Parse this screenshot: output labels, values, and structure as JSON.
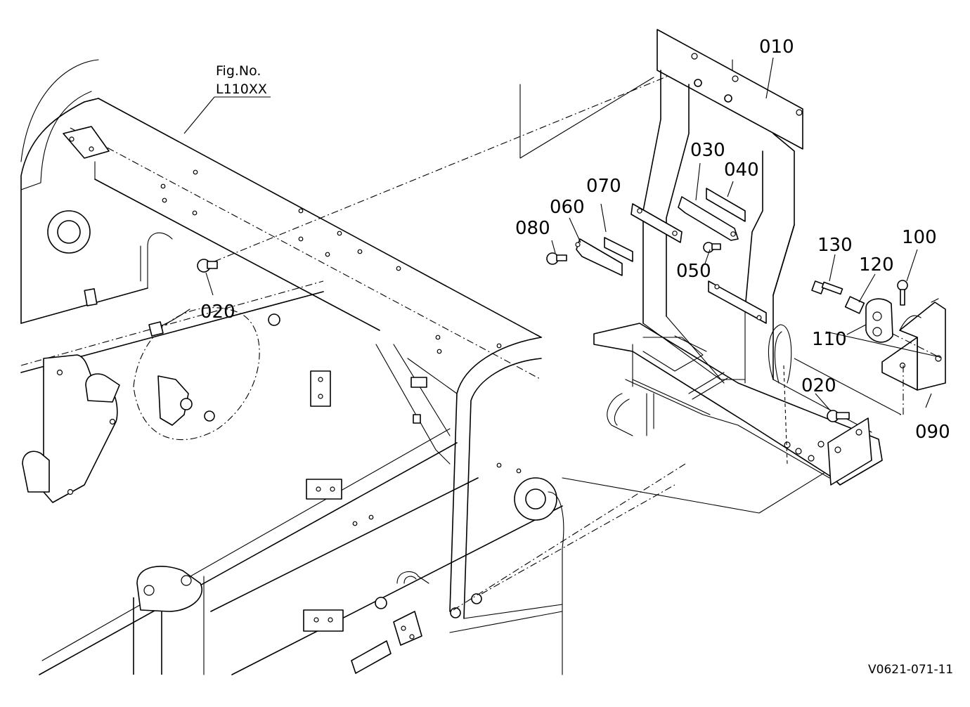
{
  "figure": {
    "fig_no_label": "Fig.No.",
    "fig_no_value": "L110XX",
    "drawing_code": "V0621-071-11"
  },
  "callouts": [
    {
      "id": "c010",
      "label": "010"
    },
    {
      "id": "c020a",
      "label": "020"
    },
    {
      "id": "c020b",
      "label": "020"
    },
    {
      "id": "c030",
      "label": "030"
    },
    {
      "id": "c040",
      "label": "040"
    },
    {
      "id": "c050",
      "label": "050"
    },
    {
      "id": "c060",
      "label": "060"
    },
    {
      "id": "c070",
      "label": "070"
    },
    {
      "id": "c080",
      "label": "080"
    },
    {
      "id": "c090",
      "label": "090"
    },
    {
      "id": "c100",
      "label": "100"
    },
    {
      "id": "c110",
      "label": "110"
    },
    {
      "id": "c120",
      "label": "120"
    },
    {
      "id": "c130",
      "label": "130"
    }
  ]
}
